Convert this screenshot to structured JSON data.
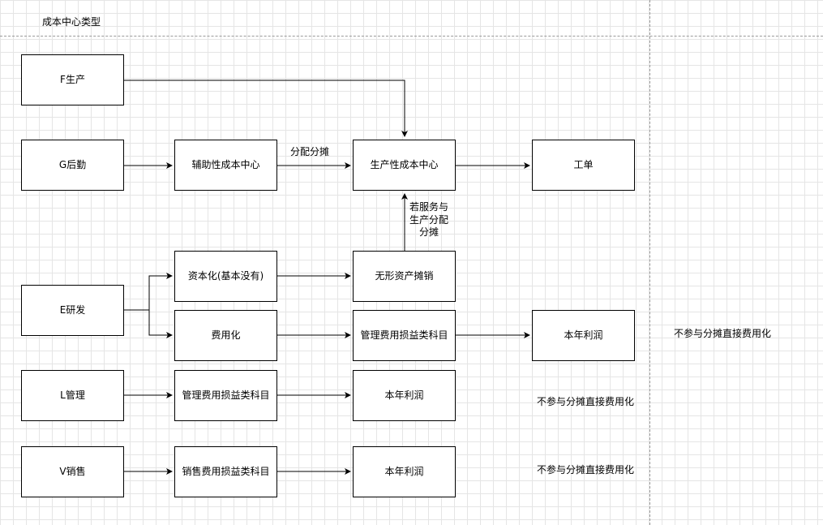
{
  "diagram": {
    "title": "成本中心类型",
    "nodes": {
      "f_production": "F生产",
      "g_logistics": "G后勤",
      "aux_cost_center": "辅助性成本中心",
      "prod_cost_center": "生产性成本中心",
      "work_order": "工单",
      "e_rnd": "E研发",
      "capitalization": "资本化(基本没有)",
      "intangible_amort": "无形资产摊销",
      "expensing": "费用化",
      "admin_pl_subject_1": "管理费用损益类科目",
      "current_profit_1": "本年利润",
      "l_management": "L管理",
      "admin_pl_subject_2": "管理费用损益类科目",
      "current_profit_2": "本年利润",
      "v_sales": "V销售",
      "sales_pl_subject": "销售费用损益类科目",
      "current_profit_3": "本年利润"
    },
    "edge_labels": {
      "allocation": "分配分摊",
      "if_serves_production": [
        "若服务与",
        "生产分配",
        "分摊"
      ]
    },
    "notes": {
      "note_rnd": "不参与分摊直接费用化",
      "note_management": "不参与分摊直接费用化",
      "note_sales": "不参与分摊直接费用化"
    }
  }
}
